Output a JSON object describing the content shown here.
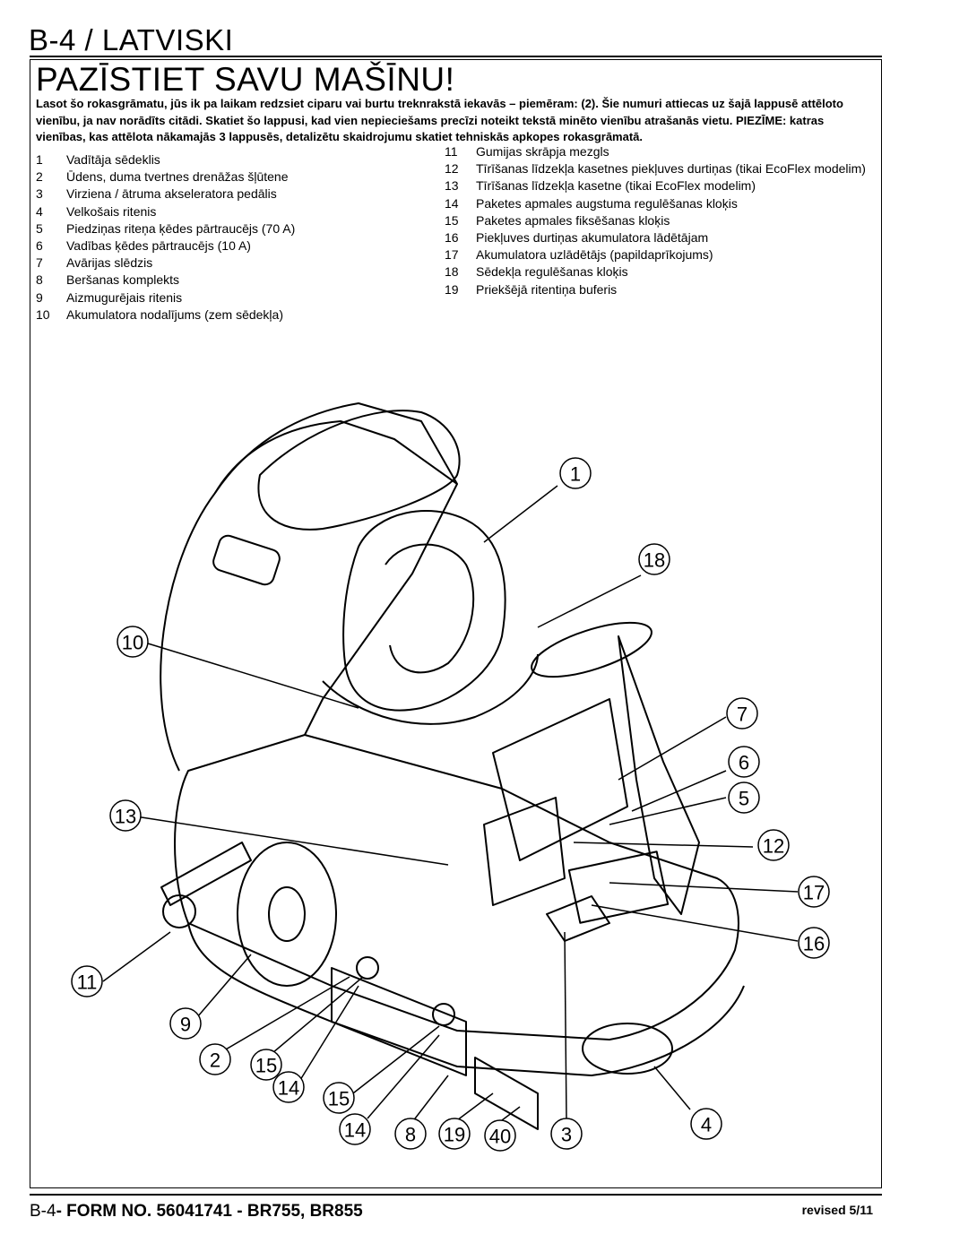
{
  "header": {
    "section": "B-4 / LATVISKI"
  },
  "title": "PAZĪSTIET SAVU MAŠĪNU!",
  "intro": "Lasot šo rokasgrāmatu, jūs ik pa laikam redzsiet ciparu vai burtu treknrakstā iekavās – piemēram: (2). Šie numuri attiecas uz šajā lappusē attēloto vienību, ja nav norādīts citādi. Skatiet šo lappusi, kad vien nepieciešams precīzi noteikt tekstā minēto vienību atrašanās vietu. PIEZĪME: katras vienības, kas attēlota nākamajās 3 lappusēs, detalizētu skaidrojumu skatiet tehniskās apkopes rokasgrāmatā.",
  "legend_left": [
    {
      "num": "1",
      "label": "Vadītāja sēdeklis"
    },
    {
      "num": "2",
      "label": "Ūdens, duma tvertnes drenāžas šļūtene"
    },
    {
      "num": "3",
      "label": "Virziena / ātruma akseleratora pedālis"
    },
    {
      "num": "4",
      "label": "Velkošais ritenis"
    },
    {
      "num": "5",
      "label": "Piedziņas riteņa ķēdes pārtraucējs (70 A)"
    },
    {
      "num": "6",
      "label": "Vadības ķēdes pārtraucējs (10 A)"
    },
    {
      "num": "7",
      "label": "Avārijas slēdzis"
    },
    {
      "num": "8",
      "label": "Beršanas komplekts"
    },
    {
      "num": "9",
      "label": "Aizmugurējais ritenis"
    },
    {
      "num": "10",
      "label": "Akumulatora nodalījums (zem sēdekļa)"
    }
  ],
  "legend_right": [
    {
      "num": "11",
      "label": "Gumijas skrāpja mezgls"
    },
    {
      "num": "12",
      "label": "Tīrīšanas līdzekļa kasetnes piekļuves durtiņas (tikai EcoFlex modelim)"
    },
    {
      "num": "13",
      "label": "Tīrīšanas līdzekļa kasetne (tikai EcoFlex modelim)"
    },
    {
      "num": "14",
      "label": "Paketes apmales augstuma regulēšanas kloķis"
    },
    {
      "num": "15",
      "label": "Paketes apmales fiksēšanas kloķis"
    },
    {
      "num": "16",
      "label": "Piekļuves durtiņas akumulatora lādētājam"
    },
    {
      "num": "17",
      "label": "Akumulatora uzlādētājs (papildaprīkojums)"
    },
    {
      "num": "18",
      "label": "Sēdekļa regulēšanas kloķis"
    },
    {
      "num": "19",
      "label": "Priekšējā ritentiņa buferis"
    }
  ],
  "callouts": [
    "1",
    "18",
    "10",
    "7",
    "6",
    "5",
    "13",
    "12",
    "17",
    "16",
    "11",
    "9",
    "2",
    "15",
    "14",
    "15",
    "14",
    "8",
    "19",
    "40",
    "3",
    "4"
  ],
  "footer": {
    "page": "B-4",
    "form": "- FORM NO. 56041741 - BR755, BR855",
    "revised": "revised 5/11"
  }
}
